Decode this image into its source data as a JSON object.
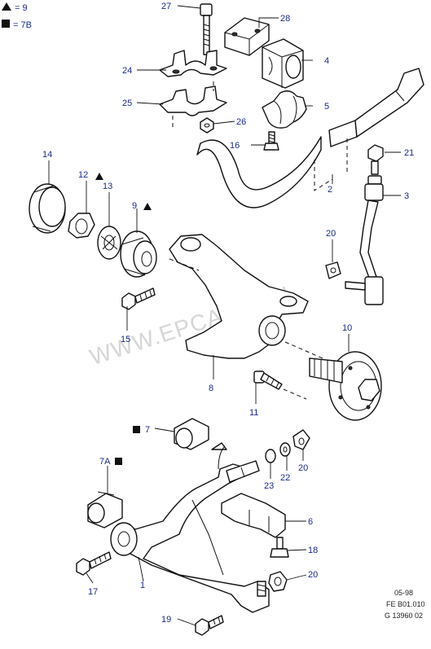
{
  "legend": {
    "triangle_label": "= 9",
    "square_label": "= 7B"
  },
  "parts": [
    {
      "number": "27"
    },
    {
      "number": "28"
    },
    {
      "number": "24"
    },
    {
      "number": "4"
    },
    {
      "number": "25"
    },
    {
      "number": "5"
    },
    {
      "number": "26"
    },
    {
      "number": "16"
    },
    {
      "number": "21"
    },
    {
      "number": "14"
    },
    {
      "number": "12"
    },
    {
      "number": "13"
    },
    {
      "number": "9"
    },
    {
      "number": "2"
    },
    {
      "number": "3"
    },
    {
      "number": "20"
    },
    {
      "number": "15"
    },
    {
      "number": "10"
    },
    {
      "number": "8"
    },
    {
      "number": "11"
    },
    {
      "number": "7"
    },
    {
      "number": "7A"
    },
    {
      "number": "23"
    },
    {
      "number": "22"
    },
    {
      "number": "20"
    },
    {
      "number": "6"
    },
    {
      "number": "18"
    },
    {
      "number": "17"
    },
    {
      "number": "1"
    },
    {
      "number": "20"
    },
    {
      "number": "19"
    }
  ],
  "watermark": "WWW.EPCATS.RU",
  "reference": {
    "date": "05-98",
    "code1": "FE B01.010",
    "code2": "G 13960 02"
  }
}
